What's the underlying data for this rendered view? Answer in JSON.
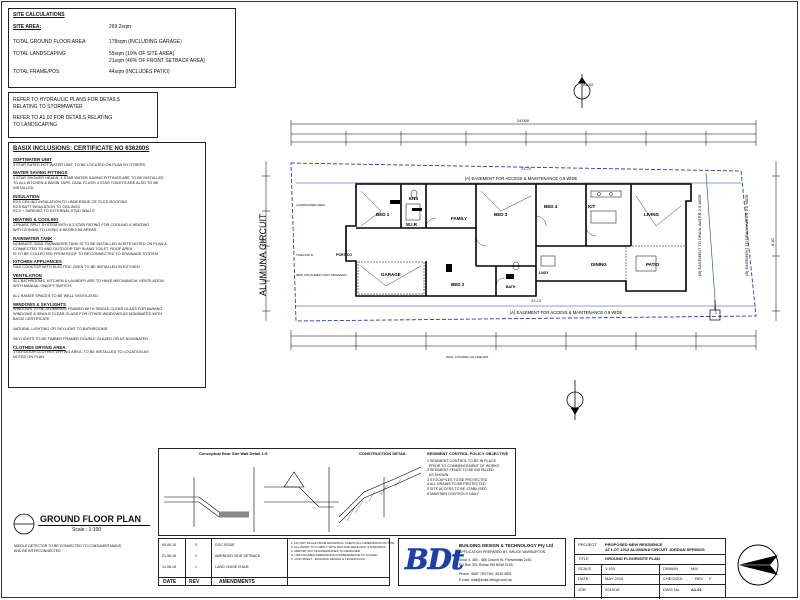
{
  "site_calculations": {
    "heading": "SITE CALCULATIONS",
    "rows": [
      {
        "label": "SITE AREA:",
        "value": "269.2sqm"
      },
      {
        "label": "TOTAL GROUND FLOOR AREA",
        "value": "178sqm (INCLUDING GARAGE)"
      },
      {
        "label": "TOTAL LANDSCAPING",
        "value": "55sqm (19% OF SITE AREA)\n21sqm (46% OF FRONT SETBACK AREA)"
      },
      {
        "label": "TOTAL FRAME/POS",
        "value": "44sqm (INCLUDES PATIO)"
      }
    ]
  },
  "notes": {
    "line1": "REFER TO HYDRAULIC PLANS FOR DETAILS\nRELATING TO STORMWATER",
    "line2": "REFER TO A1.02 FOR DETAILS RELATING\nTO LANDSCAPING"
  },
  "basix": {
    "title": "BASIX INCLUSIONS: CERTIFICATE NO 636200S",
    "sections": [
      {
        "head": "SOFTWATER UNIT",
        "body": "3 STAR RATED HOT WATER UNIT. TO BE LOCATED ON PLAN BY OTHERS"
      },
      {
        "head": "WATER SAVING FITTINGS",
        "body": "3 STAR SHOWER HEADS. 4 STAR WATER SAVING FITTINGS ARE TO BE INSTALLED\nTO ALL KITCHEN & BASIN TAPS. DUAL FLUSH 4 STAR TOILETS ARE ALSO TO BE\nINSTALLED"
      },
      {
        "head": "INSULATION",
        "body": "R3.0 CEILING INSULATION TO UNDERSIDE OF TILED ROOFING\nR2.5 BATT INSULATION TO CEILINGS\nR2.0 + SARKING TO EXTERNAL STUD WALLS"
      },
      {
        "head": "HEATING & COOLING",
        "body": "1 PHASE SPLIT SYSTEM WITH A 3 STAR RATING FOR COOLING & HEATING\nWITH ZONING TO LIVING & BEDROOM AREAS"
      },
      {
        "head": "RAINWATER TANK",
        "body": "NOMINATE 3000L RAINWATER TANK IS TO BE INSTALLED IN SITE NOTED ON PLAN &\nCONNECTED TO AND OUTDOOR TAP IN AND TOILET. ROOF AREA\nIS TO BE COLLECTED FROM ROOF TO BE CONNECTED TO DRAINAGE SYSTEM"
      },
      {
        "head": "KITCHEN APPLIANCES",
        "body": "GAS COOKTOP WITH ELECTRIC OVEN TO BE INSTALLED IN KITCHEN"
      },
      {
        "head": "VENTILATION",
        "body": "ALL BATHROOMS, KITCHEN & LAUNDRY ARE TO HAVE MECHANICAL VENTILATION\nWITH MANUAL ON/OFF SWITCH\n\nALL RANGE SPACES TO BE WELL VENTILATED"
      },
      {
        "head": "WINDOWS & SKYLIGHTS",
        "body": "WINDOWS TO BE ALUMINIUM FRAMED WITH SINGLE CLEAR GLASS FOR AWNING\nWINDOWS & SINGLE CLEAR GLASS FOR OTHER WINDOWS AS NOMINATED WITH\nBASIX CERTIFICATE\n\nNATURAL LIGHTING OR SKYLIGHT TO BATHROOMS\n\nSKYLIGHTS TO BE TIMBER FRAMED DOUBLE GLAZED OR AS NOMINATED"
      },
      {
        "head": "CLOTHES DRYING AREA",
        "body": "1 OUTDOOR CLOTHES DRYING AREA. TO BE INSTALLED TO LOCATION AS\nNOTED ON PLAN"
      }
    ]
  },
  "plan": {
    "street": "ALUMUNA CIRCUIT",
    "easement_top": "(A) EASEMENT FOR ACCESS & MAINTENANCE 0.9 WIDE",
    "easement_bottom": "(A) EASEMENT FOR ACCESS & MAINTENANCE 0.9 WIDE",
    "easement_side": "(B) EASEMENT TO DRAIN WATER 2.0 WIDE",
    "rooms": {
      "ens": "ENS",
      "bed1": "BED 1",
      "wir": "W.I.R",
      "family": "FAMILY",
      "bed3": "BED 3",
      "bed4": "BED 4",
      "kit": "KIT",
      "living": "LIVING",
      "garage": "GARAGE",
      "portico": "PORTICO",
      "bed2": "BED 2",
      "dining": "DINING",
      "patio": "PATIO",
      "lndy": "LNDY",
      "bath": "BATH"
    },
    "dims": {
      "overall_top": "24.000",
      "lot_top": "33.25",
      "lot_bottom": "33.25",
      "left_side": "8.20",
      "right_side": "8.20"
    },
    "small_labels": {
      "landscaped": "LANDSCAPED AREA",
      "driveway": "NEW COLOURED\nCONC DRIVEWAY",
      "tiled_path": "TILED PATH",
      "wall": "WALL LOCATED ON LINE MAT"
    }
  },
  "north_label": "A1.02",
  "section_details": {
    "left_title": "Conceptual Rear Site Wall Detail 1:5",
    "mid_title": "CONSTRUCTION DETAIL",
    "right_title": "SEDIMENT CONTROL POLICY OBJECTIVE",
    "right_notes": [
      "1 SEDIMENT CONTROL TO BE IN PLACE",
      "  PRIOR TO COMMENCEMENT OF WORKS",
      "2 SEDIMENT FENCE TO BE INSTALLED",
      "  AS SHOWN",
      "3 STOCKPILES TO BE PROTECTED",
      "4 ALL DRAINS TO BE PROTECTED",
      "5 SITE ACCESS TO BE STABILISED",
      "6 MAINTAIN CONTROLS DAILY"
    ]
  },
  "plan_title": {
    "title": "GROUND FLOOR PLAN",
    "scale": "Scale : 1:100",
    "footnote": "MIDDLE DETECTOR TO BE CONNECTED TO CONSUMER MAINS\nAND BE INTERCONNECTED"
  },
  "revisions": {
    "rows": [
      {
        "date": "06.09.15",
        "rev": "3",
        "desc": "DOC ISSUE"
      },
      {
        "date": "21.08.15",
        "rev": "2",
        "desc": "AMENDED SIDE SETBACK"
      },
      {
        "date": "14.08.15",
        "rev": "1",
        "desc": "LAND LEASE ISSUE"
      }
    ],
    "headers": {
      "date": "DATE",
      "rev": "REV",
      "desc": "AMENDMENTS"
    },
    "disclaimer": "1. DO NOT SCALE FROM DRAWINGS. CHECK ALL DIMENSIONS ON SITE\n2. ALL WORK TO COMPLY WITH BCA AND RELEVANT STANDARDS\n3. REPORT ANY DISCREPANCIES TO DESIGNER\n4. USE FIGURED DIMENSIONS IN PREFERENCE TO SCALED\n5. COPYRIGHT - BUILDING DESIGN & TECHNOLOGY"
  },
  "company": {
    "logo": "BDt",
    "name": "BUILDING DESIGN & TECHNOLOGY Pty Ltd",
    "sub": "APPLICATION PREPARED BY: BRUCE WARBURTON",
    "address": "Shop 4, 480 - 486 Church St. Parramatta 2150,\nPO Box 301 Rouse Hill NSW 2155",
    "phone": "Phone: 9687 790 FAX: 9630 4891",
    "email": "E-mail: mail@build-design.com.au"
  },
  "titleblock": {
    "project_label": "PROJECT",
    "project": "PROPOSED NEW RESIDENCE\nAT LOT 1013 ALUMUNA CIRCUIT JORDAN SPRINGS",
    "title_label": "TITLE",
    "title": "GROUND FLOOR/SITE PLAN",
    "scale_label": "SCALE",
    "scale": "1:100",
    "drawn_label": "DRAWN",
    "drawn": "MM",
    "date_label": "DATE",
    "date": "MAY 2015",
    "checked_label": "CHECKED",
    "rev_label": "REV",
    "rev": "F",
    "job_label": "JOB",
    "job": "2015/18",
    "dwg_label": "DWG No.",
    "dwg": "A1.01"
  }
}
